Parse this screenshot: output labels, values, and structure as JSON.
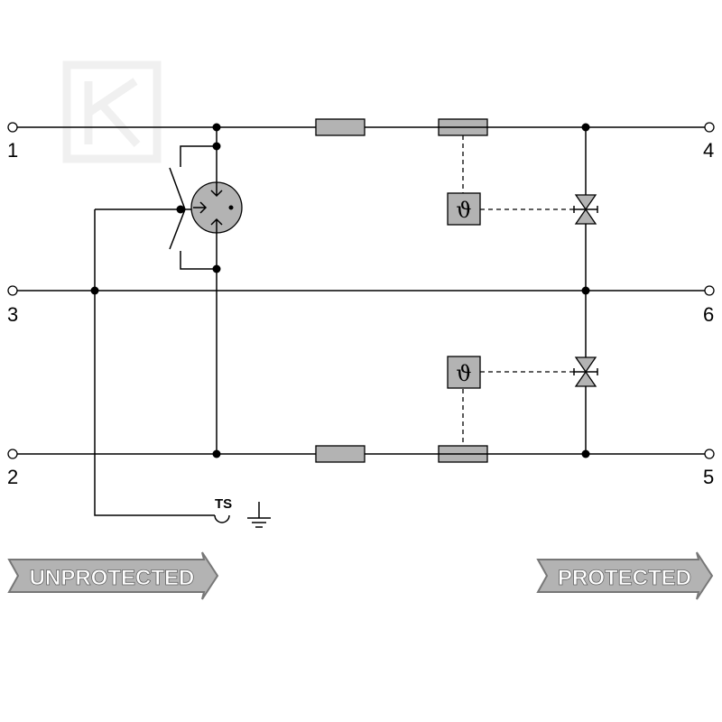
{
  "terminals": [
    {
      "id": "t1",
      "label": "1"
    },
    {
      "id": "t2",
      "label": "2"
    },
    {
      "id": "t3",
      "label": "3"
    },
    {
      "id": "t4",
      "label": "4"
    },
    {
      "id": "t5",
      "label": "5"
    },
    {
      "id": "t6",
      "label": "6"
    }
  ],
  "ground_label": "TS",
  "thermal_symbol": "ϑ",
  "banners": {
    "unprotected": "UNPROTECTED",
    "protected": "PROTECTED"
  },
  "colors": {
    "component_fill": "#b3b3b3",
    "line": "#000000"
  },
  "icons": {
    "watermark": "logo-k-watermark",
    "ground": "ground-icon"
  }
}
